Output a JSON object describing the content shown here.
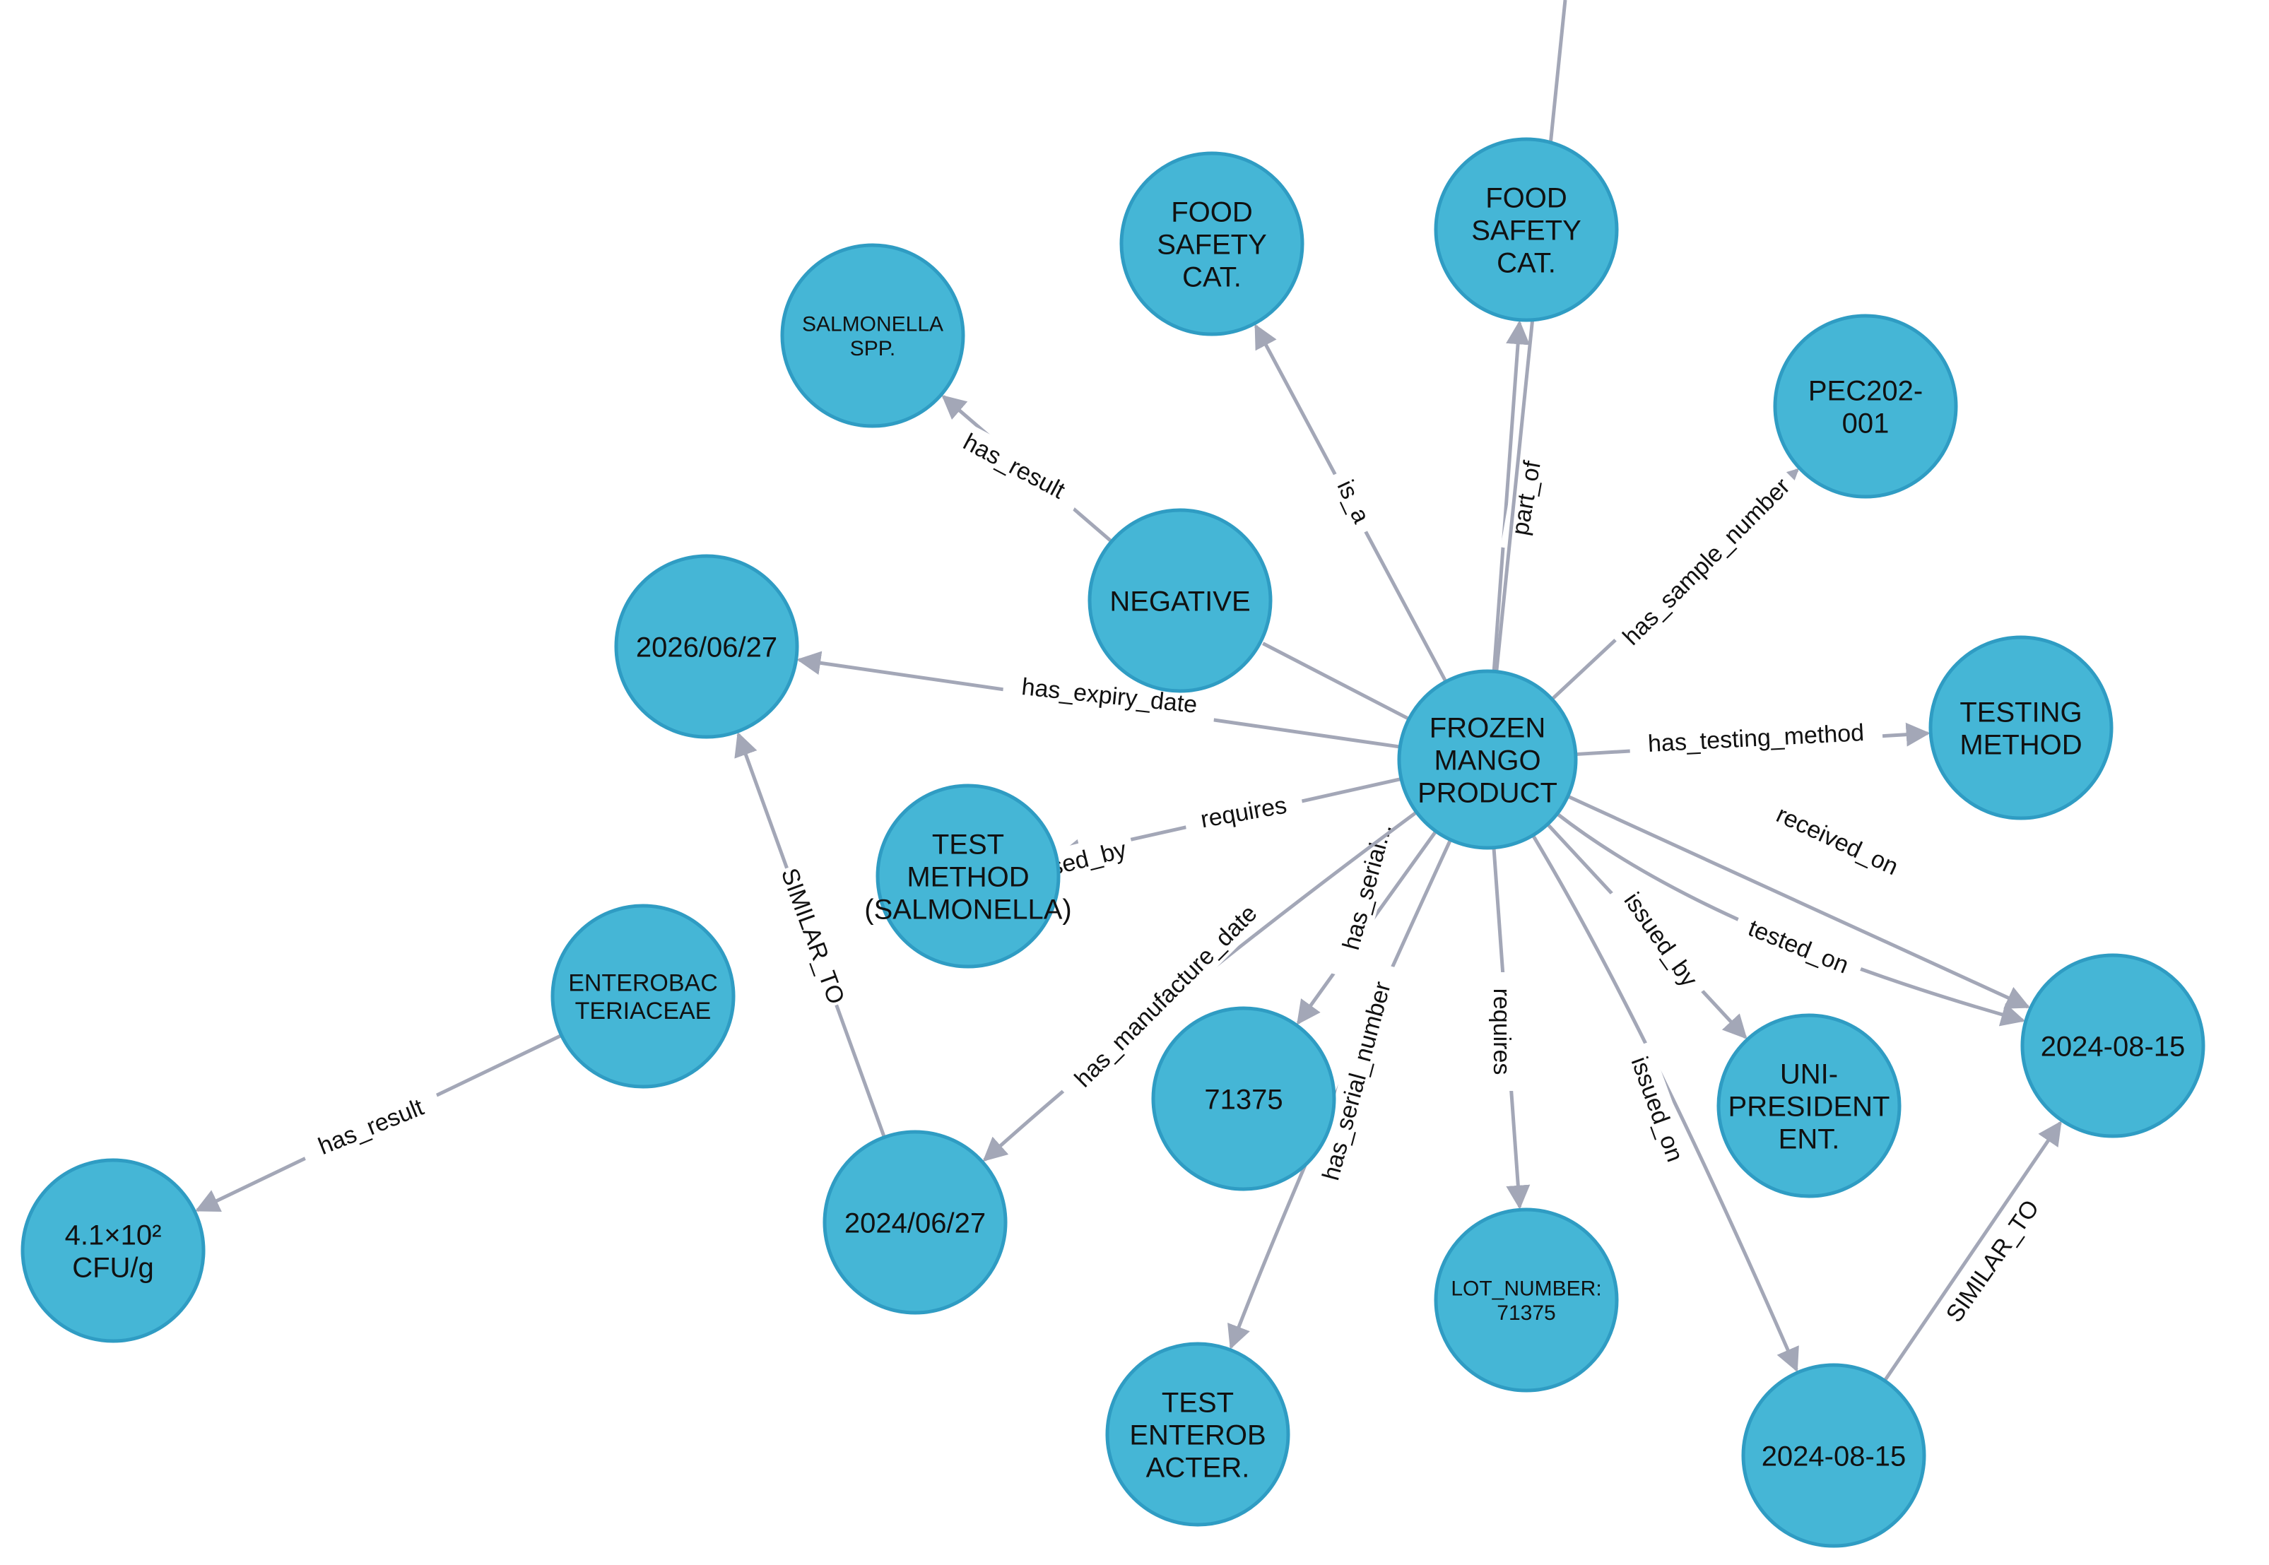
{
  "nodes": [
    {
      "id": "frozen",
      "lines": [
        "FROZEN",
        "MANGO",
        "PRODUCT"
      ]
    },
    {
      "id": "fsc1",
      "lines": [
        "FOOD",
        "SAFETY",
        "CAT."
      ]
    },
    {
      "id": "fsc2",
      "lines": [
        "FOOD",
        "SAFETY",
        "CAT."
      ]
    },
    {
      "id": "salmonella",
      "lines": [
        "SALMONELLA",
        "SPP."
      ]
    },
    {
      "id": "negative",
      "lines": [
        "NEGATIVE"
      ]
    },
    {
      "id": "exp",
      "lines": [
        "2026/06/27"
      ]
    },
    {
      "id": "pec",
      "lines": [
        "PEC202-",
        "001"
      ]
    },
    {
      "id": "testing",
      "lines": [
        "TESTING",
        "METHOD"
      ]
    },
    {
      "id": "tms",
      "lines": [
        "TEST",
        "METHOD",
        "(SALMONELLA)"
      ]
    },
    {
      "id": "entero",
      "lines": [
        "ENTEROBAC",
        "TERIACEAE"
      ]
    },
    {
      "id": "cfu",
      "lines": [
        "4.1×10²",
        "CFU/g"
      ]
    },
    {
      "id": "mfg",
      "lines": [
        "2024/06/27"
      ]
    },
    {
      "id": "n71375",
      "lines": [
        "71375"
      ]
    },
    {
      "id": "tea",
      "lines": [
        "TEST",
        "ENTEROB",
        "ACTER."
      ]
    },
    {
      "id": "lot",
      "lines": [
        "LOT_NUMBER:",
        "71375"
      ]
    },
    {
      "id": "uni",
      "lines": [
        "UNI-",
        "PRESIDENT",
        "ENT."
      ]
    },
    {
      "id": "d1",
      "lines": [
        "2024-08-15"
      ]
    },
    {
      "id": "d2",
      "lines": [
        "2024-08-15"
      ]
    }
  ],
  "edges": [
    {
      "id": "e-is-a",
      "from": "frozen",
      "to": "fsc1",
      "label": "is_a"
    },
    {
      "id": "e-part-of",
      "from": "frozen",
      "to": "fsc2",
      "label": "part_of"
    },
    {
      "id": "e-has-sample-number",
      "from": "frozen",
      "to": "pec",
      "label": "has_sample_number"
    },
    {
      "id": "e-has-testing-method",
      "from": "frozen",
      "to": "testing",
      "label": "has_testing_method"
    },
    {
      "id": "e-received-on",
      "from": "frozen",
      "to": "d1",
      "label": "received_on"
    },
    {
      "id": "e-tested-on",
      "from": "frozen",
      "to": "d1",
      "label": "tested_on"
    },
    {
      "id": "e-issued-by",
      "from": "frozen",
      "to": "uni",
      "label": "issued_by"
    },
    {
      "id": "e-issued-on",
      "from": "frozen",
      "to": "d2",
      "label": "issued_on"
    },
    {
      "id": "e-requires-lot",
      "from": "frozen",
      "to": "lot",
      "label": "requires"
    },
    {
      "id": "e-has-serial-number",
      "from": "frozen",
      "to": "tea",
      "label": "has_serial_number"
    },
    {
      "id": "e-has-serial",
      "from": "frozen",
      "to": "n71375",
      "label": "has_serial..."
    },
    {
      "id": "e-has-manufacture-date",
      "from": "frozen",
      "to": "mfg",
      "label": "has_manufacture_date"
    },
    {
      "id": "e-requires-tms",
      "from": "frozen",
      "to": "tms",
      "label": "requires"
    },
    {
      "id": "e-used-by",
      "from": "frozen",
      "to": "entero",
      "label": "sed_by"
    },
    {
      "id": "e-has-expiry-date",
      "from": "frozen",
      "to": "exp",
      "label": "has_expiry_date"
    },
    {
      "id": "e-frozen-negative",
      "from": "frozen",
      "to": "negative",
      "label": ""
    },
    {
      "id": "e-has-result-neg",
      "from": "negative",
      "to": "salmonella",
      "label": "has_result"
    },
    {
      "id": "e-has-result-cfu",
      "from": "entero",
      "to": "cfu",
      "label": "has_result"
    },
    {
      "id": "e-similar-to-mfg",
      "from": "mfg",
      "to": "exp",
      "label": "SIMILAR_TO"
    },
    {
      "id": "e-similar-to-dates",
      "from": "d2",
      "to": "d1",
      "label": "SIMILAR_TO"
    },
    {
      "id": "e-offscreen",
      "from": "frozen",
      "to": "",
      "label": ""
    }
  ]
}
